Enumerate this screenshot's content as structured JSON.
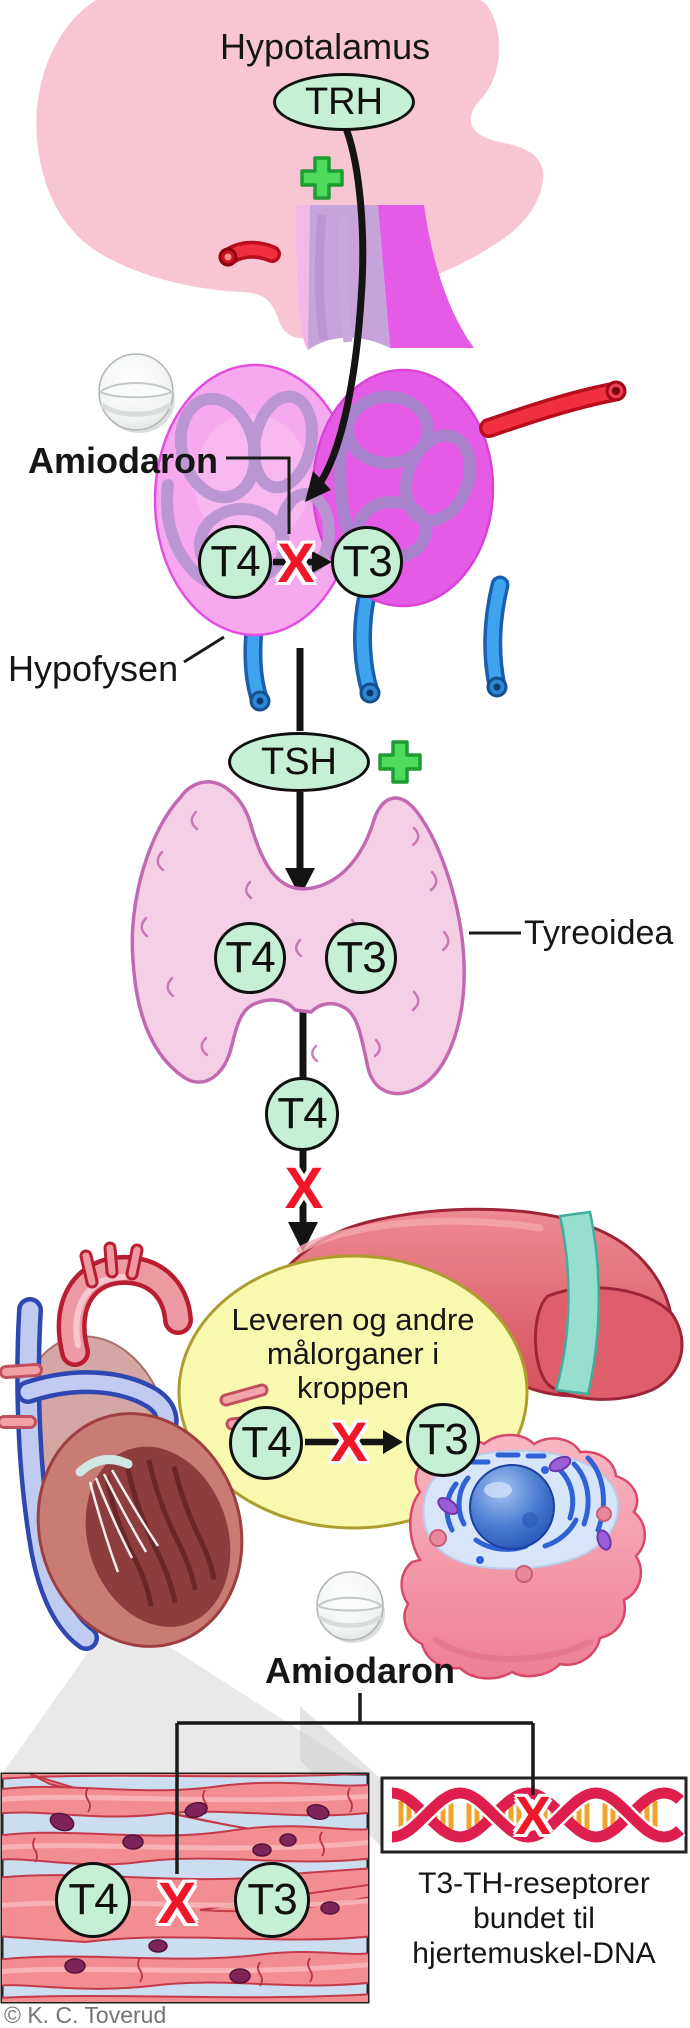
{
  "figure": {
    "credit": "© K. C. Toverud",
    "labels": {
      "hypothalamus": "Hypotalamus",
      "pituitary": "Hypofysen",
      "thyroid": "Tyreoidea",
      "drug_top": "Amiodaron",
      "drug_bottom": "Amiodaron"
    },
    "hormones": {
      "trh": "TRH",
      "tsh": "TSH",
      "t4": "T4",
      "t3": "T3"
    },
    "target_organs_note": {
      "line1": "Leveren og andre",
      "line2": "målorganer i",
      "line3": "kroppen"
    },
    "dna_caption": {
      "line1": "T3-TH-reseptorer",
      "line2": "bundet til",
      "line3": "hjertemuskel-DNA"
    },
    "blocked_symbol": "X",
    "stimulation_symbol": "+",
    "colors": {
      "hormone_badge": "#c6f0d6",
      "stimulation_plus": "#4fdb5c",
      "blocked_x": "#f0162a",
      "hypothalamus_pink": "#f8c6d2",
      "pituitary_anterior": "#f6a9ee",
      "pituitary_posterior": "#e55be5",
      "thyroid_pink": "#f5cfe5",
      "target_oval_yellow": "#f8f8ae",
      "liver_red": "#de5f6b",
      "muscle_bg_blue": "#cbddef",
      "dna_strand": "#de1f4d",
      "dna_rung": "#f0a22c"
    }
  }
}
